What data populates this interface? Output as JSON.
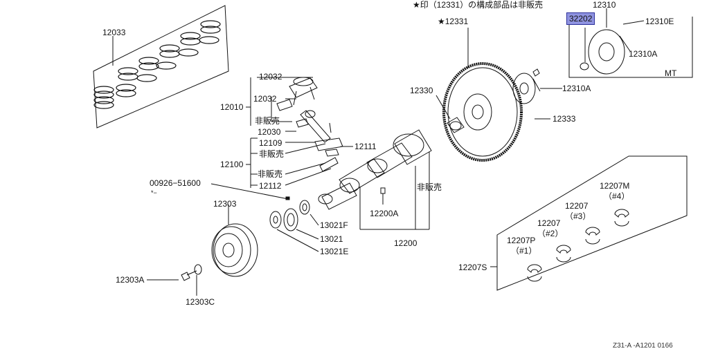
{
  "note": "★印（12331）の構成部品は非販売",
  "footer_code": "Z31-A -A1201 0166",
  "mt_label": "MT",
  "parts": {
    "p12033": "12033",
    "p12032a": "12032",
    "p12032b": "12032",
    "p12010": "12010",
    "p_hihan_1": "非販売",
    "p12030": "12030",
    "p12109": "12109",
    "p_hihan_2": "非販売",
    "p12111": "12111",
    "p12100": "12100",
    "p_hihan_3": "非販売",
    "p12112": "12112",
    "p00926": "00926−51600",
    "p00926_mark": "*−",
    "p12303": "12303",
    "p12303A": "12303A",
    "p12303C": "12303C",
    "p13021F": "13021F",
    "p13021": "13021",
    "p13021E": "13021E",
    "p12200A": "12200A",
    "p12200": "12200",
    "p_hihan_4": "非販売",
    "p12331": "★12331",
    "p12330": "12330",
    "p12310A_mid": "12310A",
    "p12333": "12333",
    "p12310": "12310",
    "p32202": "32202",
    "p12310E": "12310E",
    "p12310A_box": "12310A",
    "p12207M": "12207M",
    "p12207M_n": "（#4）",
    "p12207_3": "12207",
    "p12207_3n": "（#3）",
    "p12207_2": "12207",
    "p12207_2n": "（#2）",
    "p12207P": "12207P",
    "p12207P_n": "（#1）",
    "p12207S": "12207S"
  },
  "highlight_color": "#8f93e0"
}
